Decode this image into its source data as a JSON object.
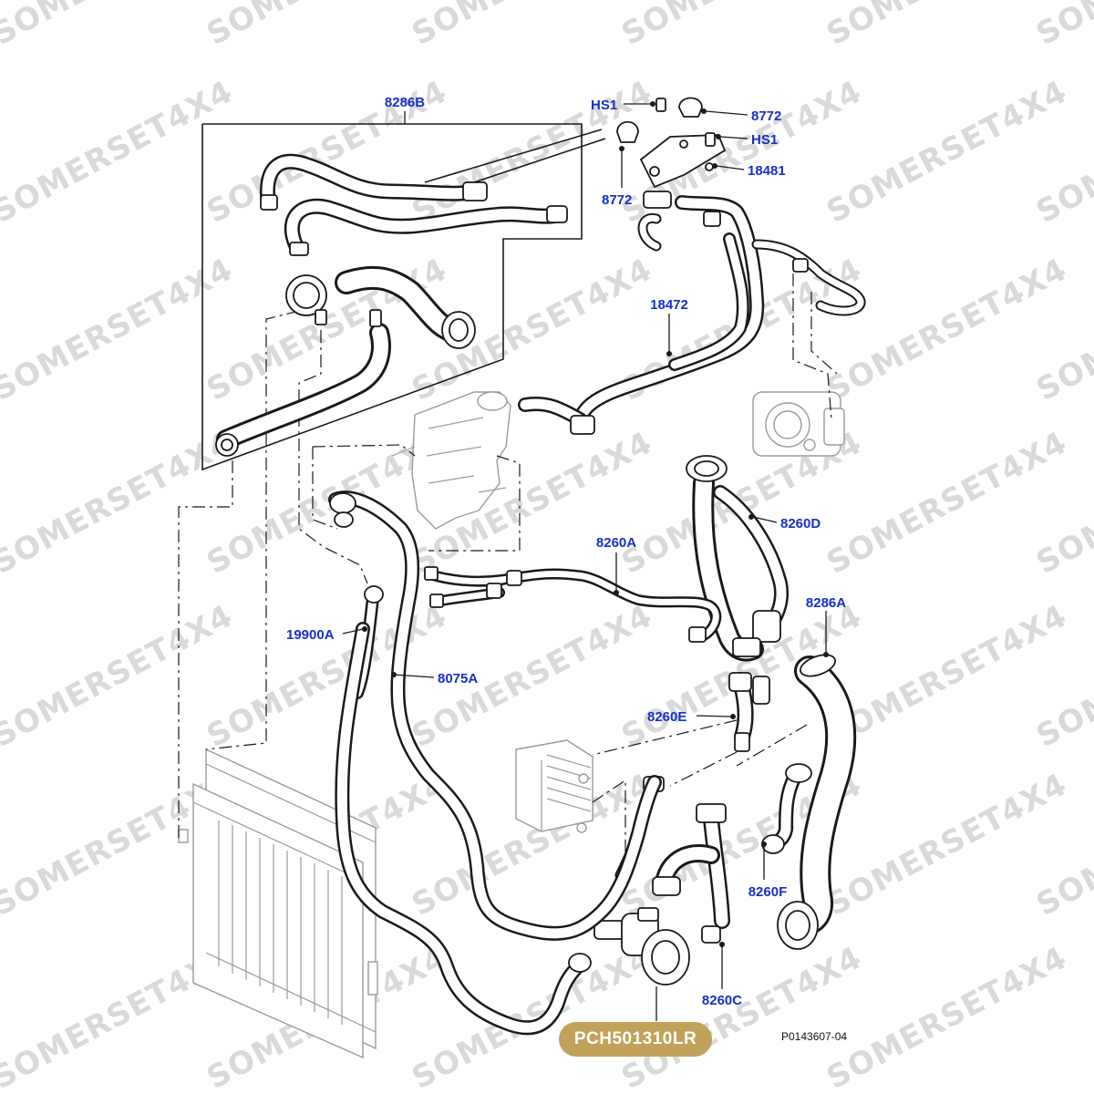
{
  "watermark": "SOMERSET4X4",
  "reference_code": "P0143607-04",
  "part_badge": "PCH501310LR",
  "callouts": {
    "c8286B": "8286B",
    "hs1_top": "HS1",
    "c8772_top": "8772",
    "hs1_right": "HS1",
    "c18481": "18481",
    "c8772_left": "8772",
    "c18472": "18472",
    "c8260D": "8260D",
    "c8260A": "8260A",
    "c8286A": "8286A",
    "c19900A": "19900A",
    "c8075A": "8075A",
    "c8260E": "8260E",
    "c8260F": "8260F",
    "c8260C": "8260C"
  },
  "colors": {
    "callout_text": "#1530c8",
    "badge_bg": "#c2a15a",
    "watermark": "#d9d9d9",
    "line": "#1a1a1a"
  }
}
